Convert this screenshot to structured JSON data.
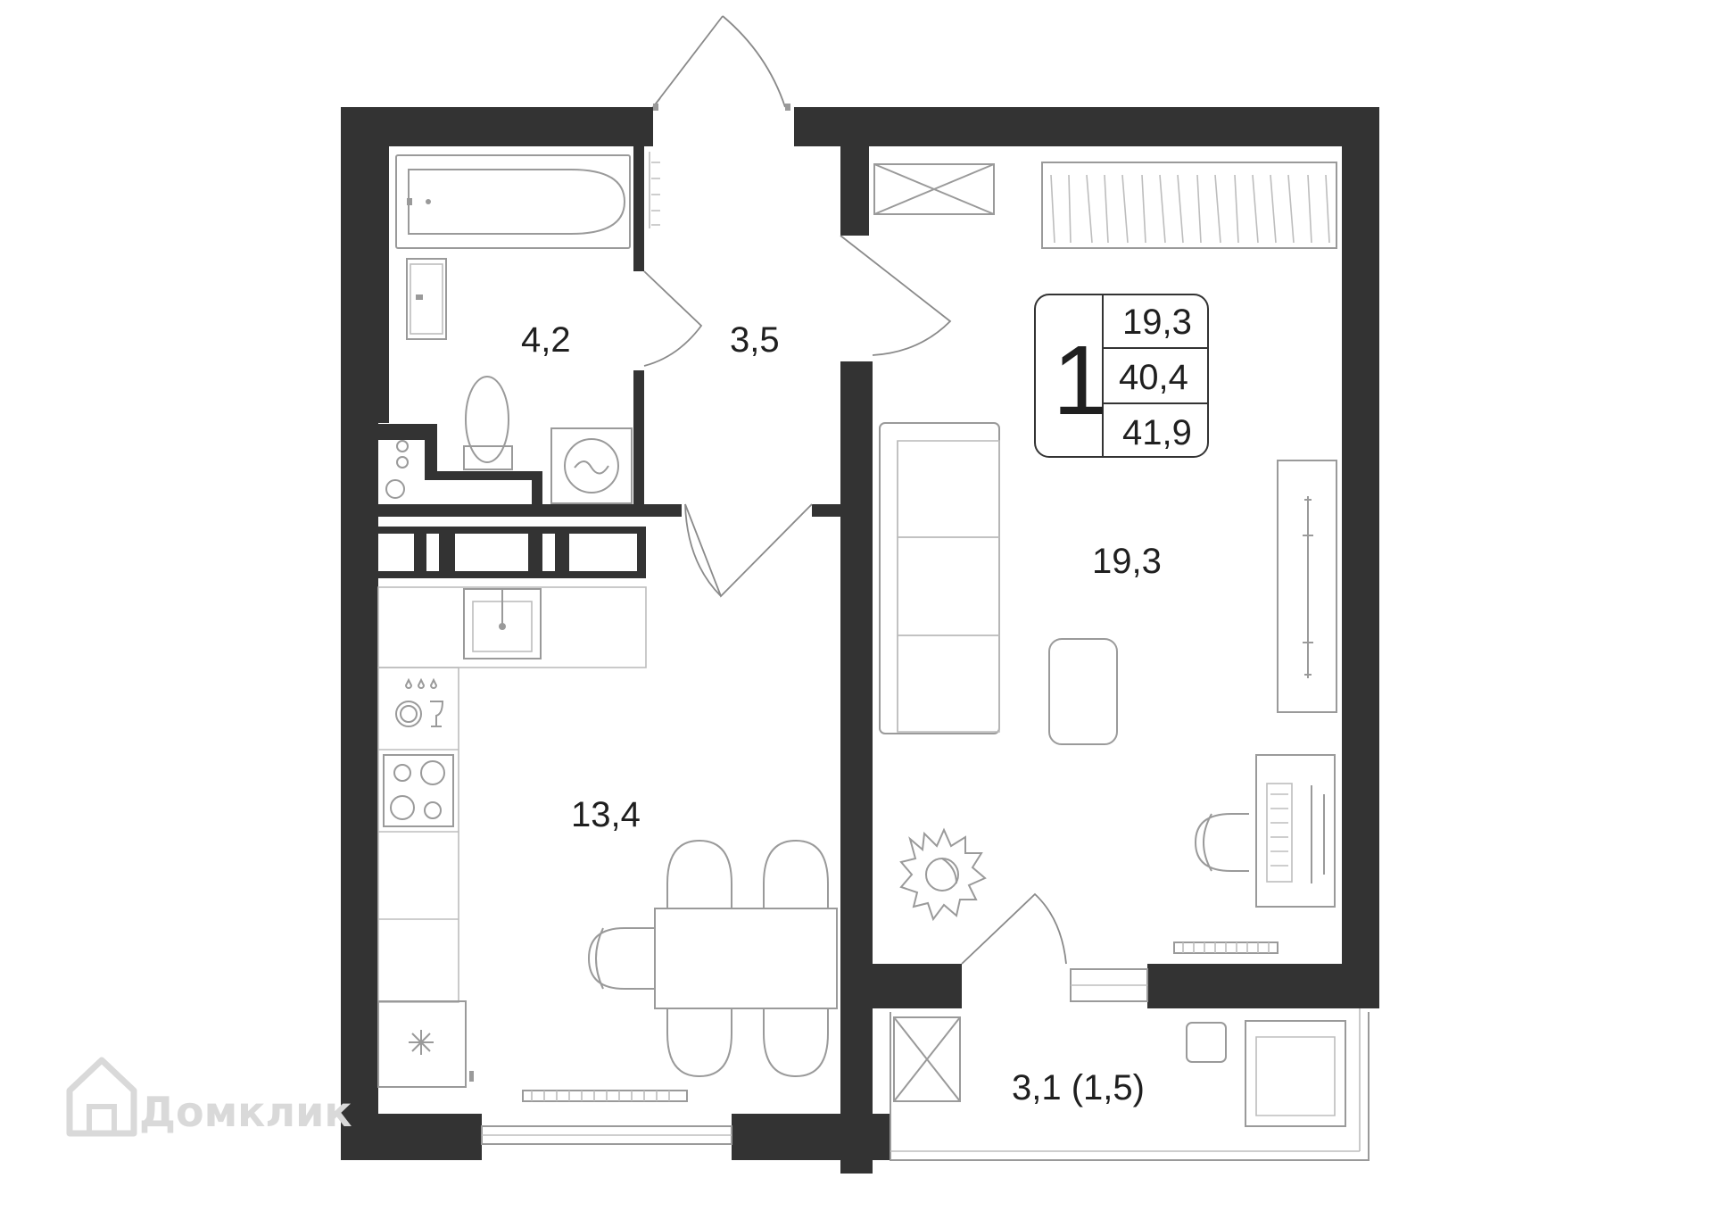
{
  "rooms": {
    "bathroom": "4,2",
    "hallway": "3,5",
    "kitchen": "13,4",
    "living": "19,3",
    "balcony": "3,1 (1,5)"
  },
  "info_card": {
    "rooms_count": "1",
    "living_area": "19,3",
    "total_area": "40,4",
    "total_with_balcony": "41,9"
  },
  "watermark": {
    "text": "Домклик",
    "icon": "house-logo-icon"
  },
  "colors": {
    "wall": "#333333",
    "furniture_line": "#9a9a9a",
    "watermark": "#d9d9d9"
  }
}
